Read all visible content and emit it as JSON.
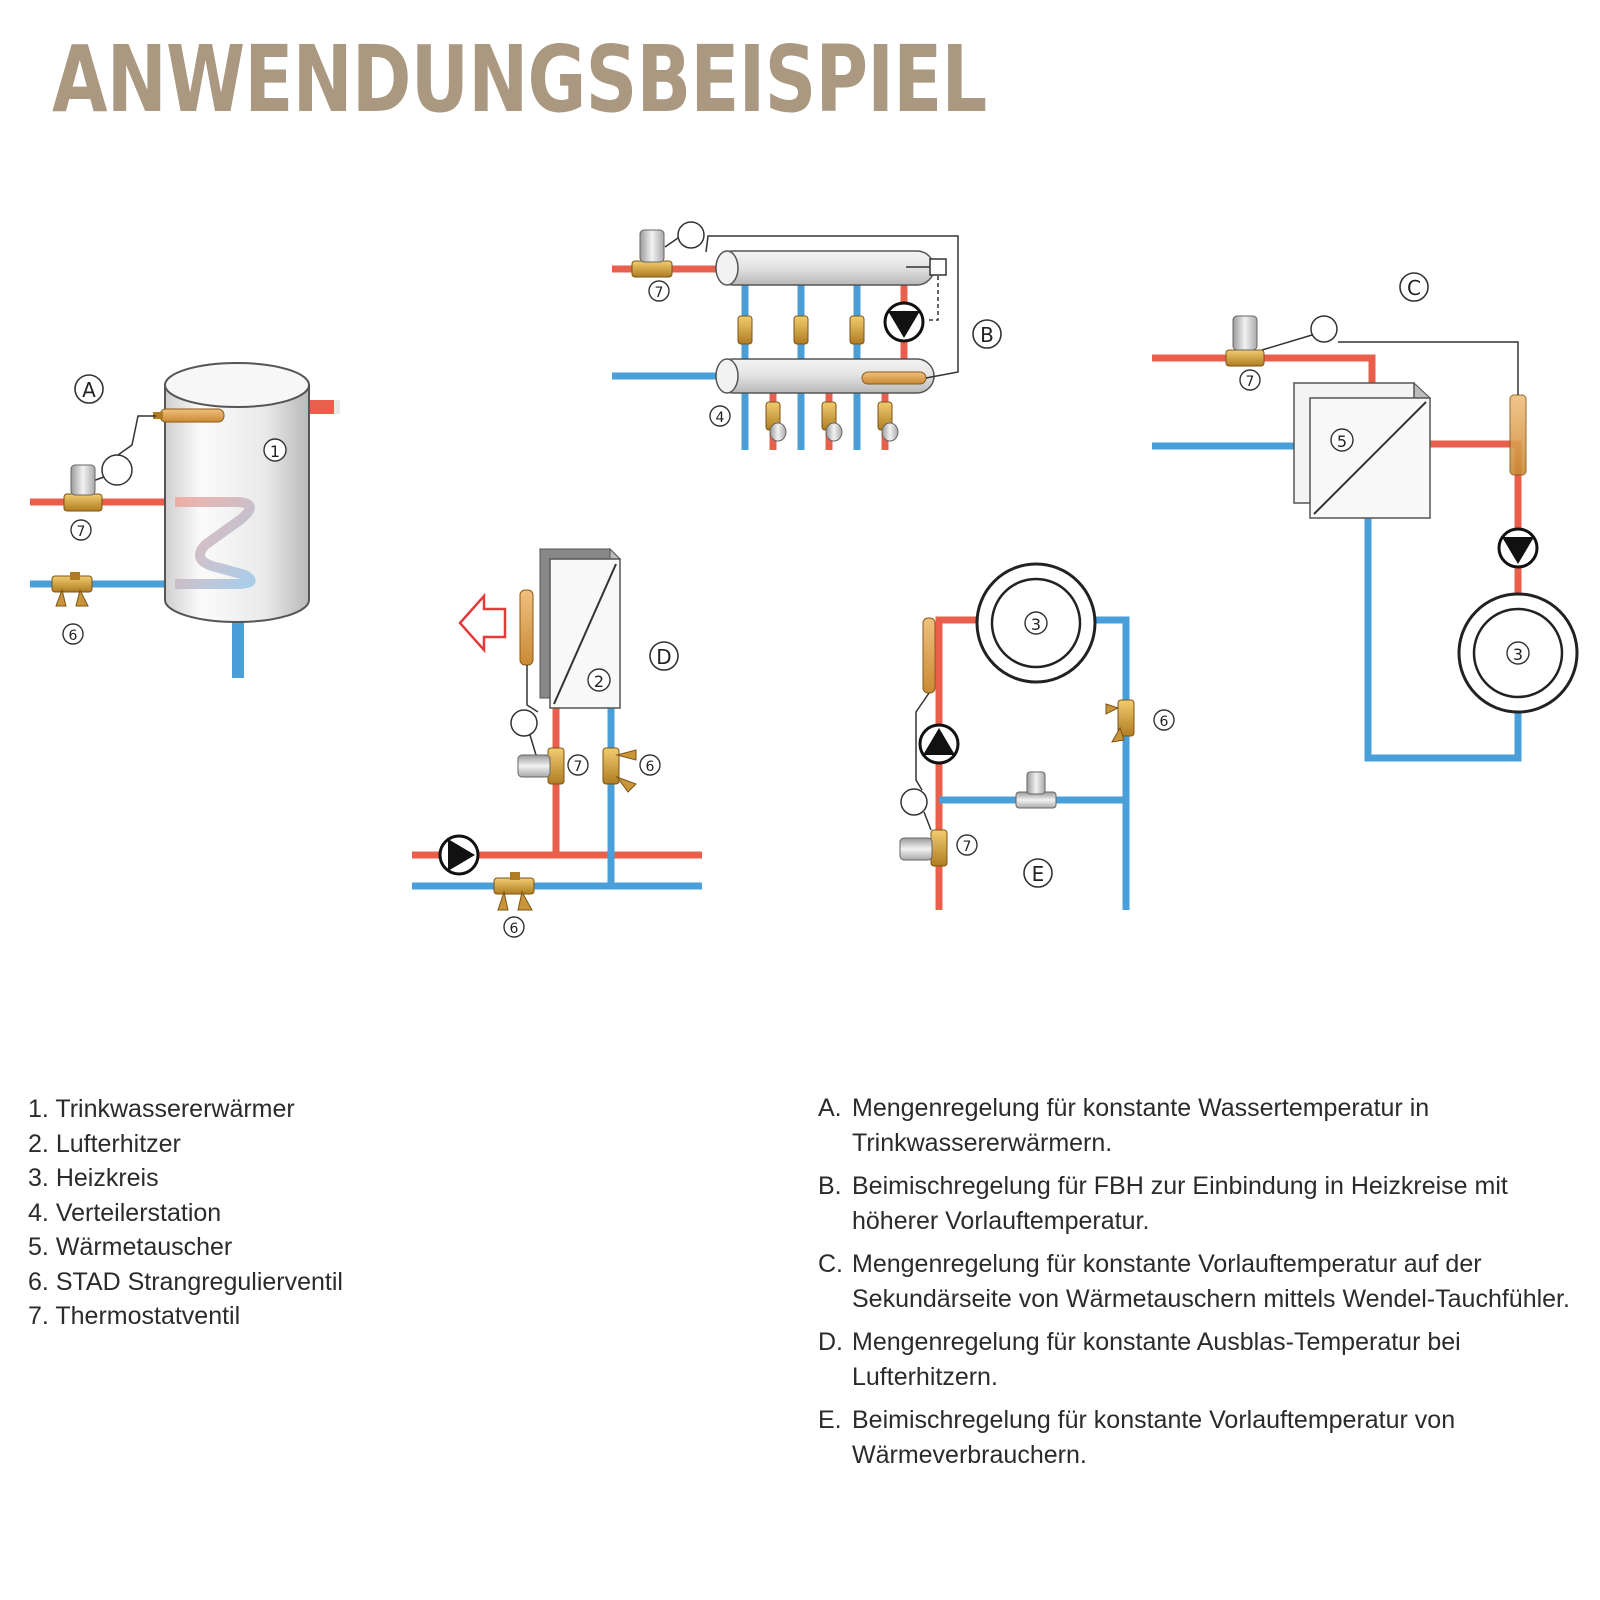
{
  "title": "ANWENDUNGSBEISPIEL",
  "colors": {
    "title": "#ab9880",
    "hot_pipe": "#e8604c",
    "cold_pipe": "#4a9fd8",
    "brass": "#c9953a",
    "outline": "#333333",
    "text": "#2b2b2b"
  },
  "diagram": {
    "system_labels": [
      "A",
      "B",
      "C",
      "D",
      "E"
    ],
    "component_numbers": [
      "1",
      "2",
      "3",
      "4",
      "5",
      "6",
      "7"
    ]
  },
  "legend_components": [
    {
      "num": "1.",
      "text": "Trinkwassererwärmer"
    },
    {
      "num": "2.",
      "text": "Lufterhitzer"
    },
    {
      "num": "3.",
      "text": "Heizkreis"
    },
    {
      "num": "4.",
      "text": "Verteilerstation"
    },
    {
      "num": "5.",
      "text": "Wärmetauscher"
    },
    {
      "num": "6.",
      "text": "STAD Strangregulierventil"
    },
    {
      "num": "7.",
      "text": "Thermostatventil"
    }
  ],
  "legend_applications": [
    {
      "letter": "A.",
      "text": "Mengenregelung für konstante Wassertemperatur in Trinkwassererwärmern."
    },
    {
      "letter": "B.",
      "text": "Beimischregelung für FBH zur Einbindung in Heizkreise mit höherer Vorlauftemperatur."
    },
    {
      "letter": "C.",
      "text": "Mengenregelung für konstante Vorlauftemperatur auf der Sekundärseite von Wärmetauschern mittels Wendel-Tauchfühler."
    },
    {
      "letter": "D.",
      "text": "Mengenregelung für konstante Ausblas-Temperatur bei Lufterhitzern."
    },
    {
      "letter": "E.",
      "text": "Beimischregelung für konstante Vorlauftemperatur von Wärmeverbrauchern."
    }
  ]
}
